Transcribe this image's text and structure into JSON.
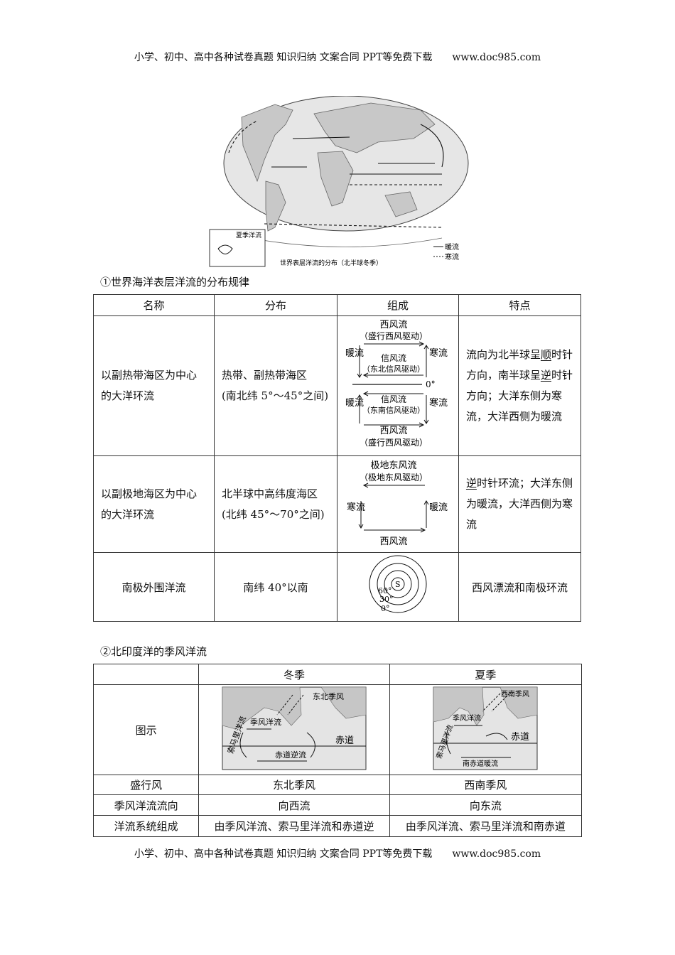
{
  "header": {
    "text": "小学、初中、高中各种试卷真题  知识归纳  文案合同  PPT等免费下载",
    "site": "www.doc985.com"
  },
  "footer": {
    "text": "小学、初中、高中各种试卷真题  知识归纳  文案合同  PPT等免费下载",
    "site": "www.doc985.com"
  },
  "world_map": {
    "caption": "世界表层洋流的分布（北半球冬季）",
    "inset_label": "夏季洋流",
    "legend_warm": "暖流",
    "legend_cold": "寒流"
  },
  "section1": {
    "title": "①世界海洋表层洋流的分布规律",
    "headers": [
      "名称",
      "分布",
      "组成",
      "特点"
    ],
    "rows": [
      {
        "name_l1": "以副热带海区为中心",
        "name_l2": "的大洋环流",
        "dist_l1": "热带、副热带海区",
        "dist_l2": "(南北纬 5°～45°之间)",
        "feat": [
          "流向为北半球呈",
          "顺",
          "时针方向，南半球呈",
          "逆",
          "时针方向；大洋东侧为寒流，大洋西侧为暖流"
        ]
      },
      {
        "name_l1": "以副极地海区为中心",
        "name_l2": "的大洋环流",
        "dist_l1": "北半球中高纬度海区",
        "dist_l2": "(北纬 45°～70°之间)",
        "feat": [
          "逆",
          "时针环流；大洋东侧为暖流，大洋西侧为寒流"
        ]
      },
      {
        "name": "南极外围洋流",
        "dist": "南纬 40°以南",
        "feat": "西风漂流和南极环流"
      }
    ],
    "diagram1": {
      "westerly_top": "西风流",
      "westerly_top_sub": "（盛行西风驱动）",
      "warm": "暖流",
      "cold": "寒流",
      "trade_ne": "信风流",
      "trade_ne_sub": "（东北信风驱动）",
      "equator": "0°",
      "trade_se": "信风流",
      "trade_se_sub": "（东南信风驱动）",
      "westerly_bottom": "西风流",
      "westerly_bottom_sub": "（盛行西风驱动）"
    },
    "diagram2": {
      "polar": "极地东风流",
      "polar_sub": "（极地东风驱动）",
      "cold": "寒流",
      "warm": "暖流",
      "westerly": "西风流"
    },
    "diagram3": {
      "s": "S",
      "l60": "60°",
      "l30": "30°",
      "l0": "0°"
    }
  },
  "section2": {
    "title": "②北印度洋的季风洋流",
    "headers": [
      "",
      "冬季",
      "夏季"
    ],
    "row_label_diagram": "图示",
    "winter_map": {
      "wind": "东北季风",
      "monsoon": "季风洋流",
      "somali": "索马里洋流",
      "equator": "赤道",
      "counter": "赤道逆流"
    },
    "summer_map": {
      "wind": "西南季风",
      "monsoon": "季风洋流",
      "somali": "索马里洋流",
      "equator": "赤道",
      "south_eq": "南赤道暖流"
    },
    "rows": [
      {
        "label": "盛行风",
        "winter": "东北季风",
        "summer": "西南季风"
      },
      {
        "label": "季风洋流流向",
        "winter": "向西流",
        "summer": "向东流"
      },
      {
        "label": "洋流系统组成",
        "winter": "由季风洋流、索马里洋流和赤道逆",
        "summer": "由季风洋流、索马里洋流和南赤道"
      }
    ]
  },
  "colors": {
    "land": "#d4d4d4",
    "ocean": "#ececec",
    "line": "#222222"
  }
}
